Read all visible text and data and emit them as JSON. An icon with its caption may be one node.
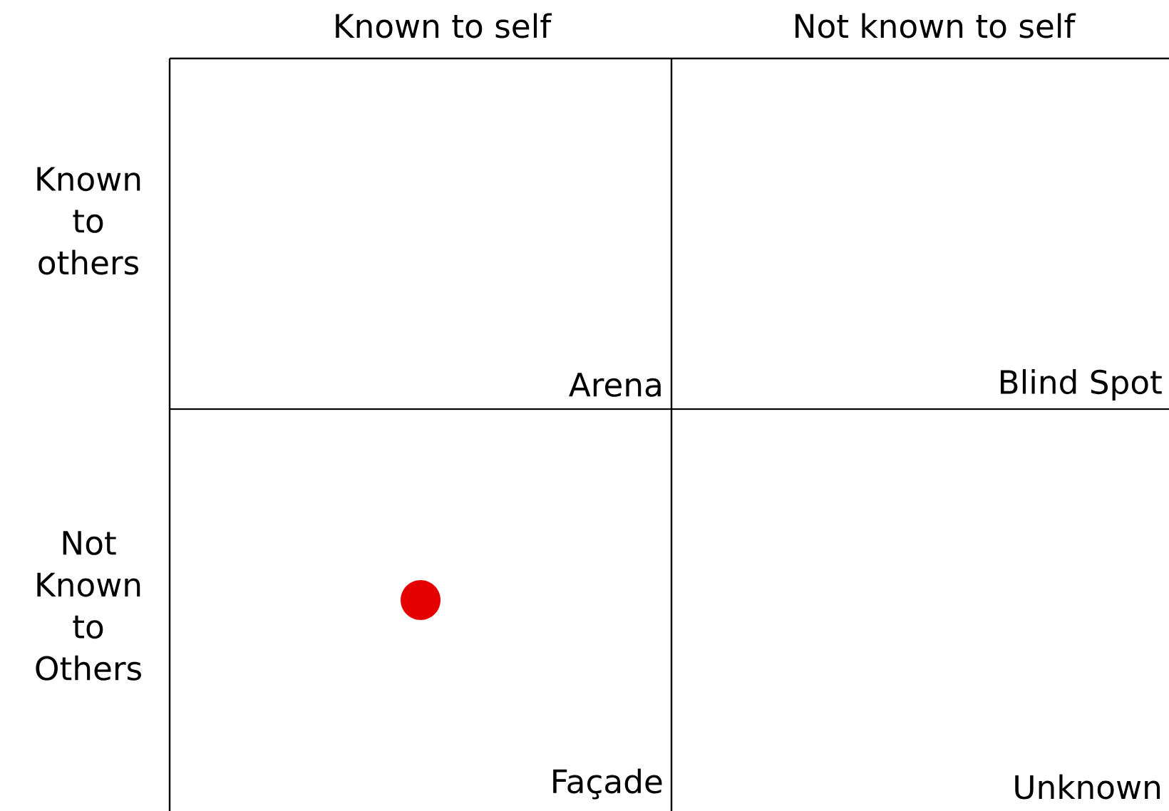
{
  "diagram": {
    "nodes": [
      {
        "text": [
          "Arena"
        ]
      },
      {
        "text": [
          "Blind Spot"
        ]
      },
      {
        "text": [
          "Façade"
        ]
      },
      {
        "text": [
          "Unknown"
        ]
      }
    ],
    "labels": [
      "Known to self",
      "Not known to self",
      "Known to others",
      "Not Known to Others"
    ]
  }
}
